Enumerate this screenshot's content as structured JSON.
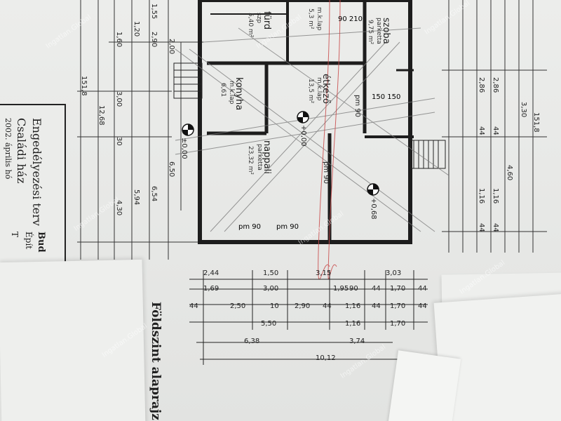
{
  "rooms": {
    "szoba": {
      "name": "szoba",
      "floor": "parketta",
      "area": "9,75 m²"
    },
    "furdo": {
      "name": "fürd",
      "floor": "szp",
      "area": "5,40 m²"
    },
    "konyha": {
      "name": "konyha",
      "floor": "m.k.lap",
      "area": "6,61"
    },
    "etkezo": {
      "name": "étkező",
      "floor": "m.k.lap",
      "area": "13,5 m²"
    },
    "nappali": {
      "name": "nappali",
      "floor": "parketta",
      "area": "23,32 m²"
    },
    "mklap_top": {
      "floor": "m.k.lap",
      "area": "5,3 m²"
    }
  },
  "levels": {
    "main": "±0,00",
    "dining": "+0,00",
    "living": "+0,68"
  },
  "title_block": {
    "line1": "Engedélyezési terv",
    "line2": "Családi ház",
    "line3": "2002. április hó",
    "side_label1": "Bud",
    "side_label2": "Épít",
    "side_label3": "T"
  },
  "plan_title": "Földszint alaprajz",
  "dims_top_right": [
    "151,8",
    "3,30",
    "4,60",
    "2,86",
    "2,86",
    "44",
    "44",
    "1,16",
    "1,16",
    "44",
    "44"
  ],
  "dims_left": [
    "151,8",
    "12,68",
    "3,00",
    "1,60",
    "1,20",
    "30",
    "4,30",
    "5,94",
    "6,54",
    "6,50",
    "2,00",
    "2,90",
    "1,55"
  ],
  "dims_bottom": [
    "2,44",
    "1,50",
    "3,15",
    "3,03",
    "1,69",
    "3,00",
    "1,95",
    "90",
    "44",
    "1,70",
    "44",
    "44",
    "2,50",
    "10",
    "2,90",
    "44",
    "1,16",
    "44",
    "1,70",
    "44",
    "5,50",
    "1,16",
    "1,70",
    "6,38",
    "3,74",
    "10,12"
  ],
  "opening_labels": {
    "pm90_a": "pm 90",
    "pm90_b": "pm 90",
    "pm90_c": "pm 90",
    "pm90_d": "pm 90",
    "w150_150": "150 150",
    "w90_210": "90 210"
  },
  "watermark": "Ingatlan.Global"
}
